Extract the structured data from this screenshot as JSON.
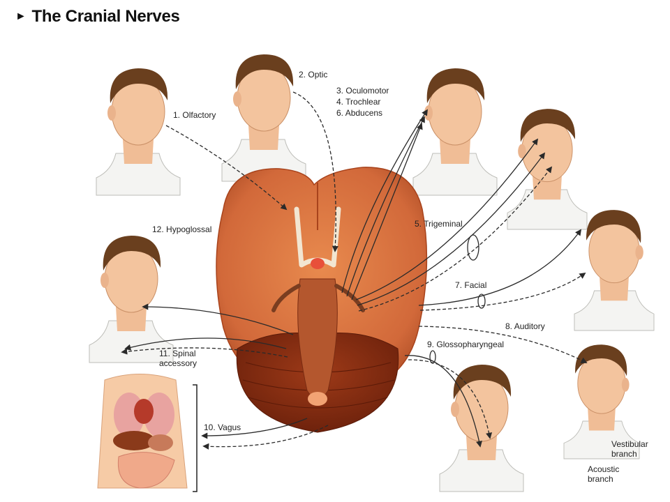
{
  "title": "The Cranial Nerves",
  "title_marker": "►",
  "colors": {
    "brain": "#d8763e",
    "brain_dark": "#a8431c",
    "cerebellum": "#8a2e12",
    "skin": "#f3c49e",
    "hair": "#6a3f1e",
    "shirt": "#f4f4f2",
    "nerve_line": "#2a2a2a"
  },
  "nerves": [
    {
      "number": "1.",
      "name": "Olfactory"
    },
    {
      "number": "2.",
      "name": "Optic"
    },
    {
      "number": "3.",
      "name": "Oculomotor"
    },
    {
      "number": "4.",
      "name": "Trochlear"
    },
    {
      "number": "6.",
      "name": "Abducens"
    },
    {
      "number": "5.",
      "name": "Trigeminal"
    },
    {
      "number": "7.",
      "name": "Facial"
    },
    {
      "number": "8.",
      "name": "Auditory"
    },
    {
      "number": "9.",
      "name": "Glossopharyngeal"
    },
    {
      "number": "10.",
      "name": "Vagus"
    },
    {
      "number": "11.",
      "name": "Spinal accessory"
    },
    {
      "number": "12.",
      "name": "Hypoglossal"
    }
  ],
  "auditory_branches": {
    "vestibular": "Vestibular branch",
    "acoustic": "Acoustic branch"
  }
}
